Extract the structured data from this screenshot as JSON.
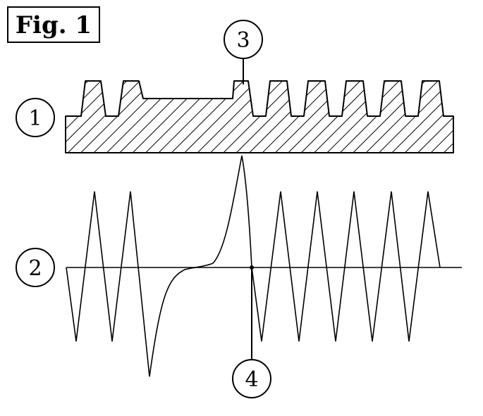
{
  "figure": {
    "title": "Fig. 1",
    "callouts": {
      "one": "1",
      "two": "2",
      "three": "3",
      "four": "4"
    }
  },
  "colors": {
    "ink": "#000000",
    "paper": "#ffffff"
  }
}
